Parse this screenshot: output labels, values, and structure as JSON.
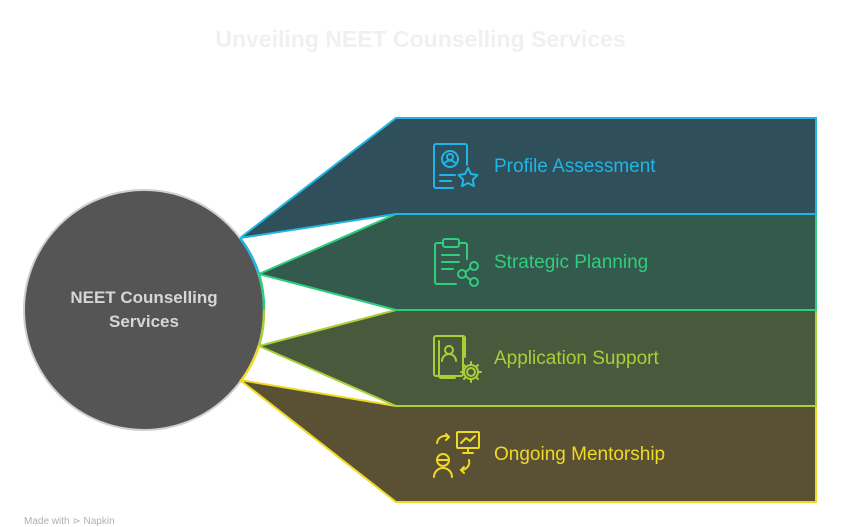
{
  "title": "Unveiling NEET Counselling Services",
  "hub": {
    "label_line1": "NEET Counselling",
    "label_line2": "Services"
  },
  "items": [
    {
      "label": "Profile Assessment",
      "icon": "profile-star-icon",
      "color": "#1fb6e6",
      "fill": "#2f4f5a"
    },
    {
      "label": "Strategic Planning",
      "icon": "clipboard-share-icon",
      "color": "#2fce7d",
      "fill": "#345a4d"
    },
    {
      "label": "Application Support",
      "icon": "profile-gear-icon",
      "color": "#a7cf3a",
      "fill": "#495a3c"
    },
    {
      "label": "Ongoing Mentorship",
      "icon": "mentor-presentation-icon",
      "color": "#f0d924",
      "fill": "#5a5034"
    }
  ],
  "credit": "Made with ⋗ Napkin"
}
